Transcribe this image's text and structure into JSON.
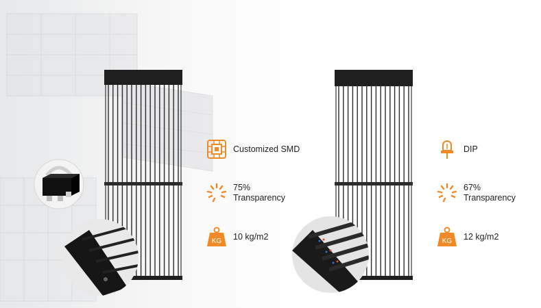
{
  "left_product": {
    "led_type": "Customized SMD",
    "transparency_value": "75%",
    "transparency_label": "Transparency",
    "weight": "10 kg/m2",
    "weight_badge": "KG"
  },
  "right_product": {
    "led_type": "DIP",
    "transparency_value": "67%",
    "transparency_label": "Transparency",
    "weight": "12 kg/m2",
    "weight_badge": "KG"
  },
  "colors": {
    "accent": "#f08a24",
    "panel": "#1f1f1f",
    "text": "#222222"
  },
  "icons": [
    "chip-icon",
    "led-bulb-icon",
    "transparency-icon",
    "weight-icon"
  ]
}
